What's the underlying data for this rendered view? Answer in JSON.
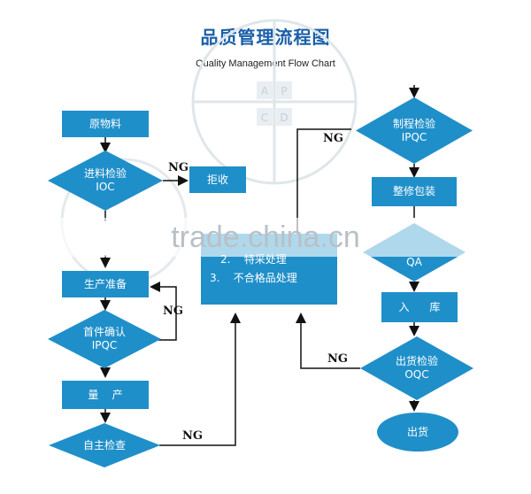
{
  "title": "品质管理流程图",
  "subtitle": "Quality Management Flow Chart",
  "logo_letters": [
    "A",
    "P",
    "C",
    "D"
  ],
  "nodes": {
    "raw_material": "原物料",
    "incoming_inspection": "进料检验\nIOC",
    "reject": "拒收",
    "production_prep": "生产准备",
    "first_article": "首件确认\nIPQC",
    "mass_production": "量    产",
    "self_inspection": "自主检查",
    "special_1": "2.    特采处理",
    "special_2": "3.    不合格品处理",
    "process_inspection": "制程检验\nIPQC",
    "rework_pack": "整修包装",
    "qa": "QA",
    "warehouse": "入      库",
    "outgoing_inspection": "出货检验\nOQC",
    "ship": "出货"
  },
  "ng_labels": [
    "NG",
    "NG",
    "NG",
    "NG",
    "NG"
  ],
  "watermark": "trade.china.cn",
  "colors": {
    "node": "#1f8fc9",
    "title": "#1a5fa8",
    "line": "#111111"
  }
}
